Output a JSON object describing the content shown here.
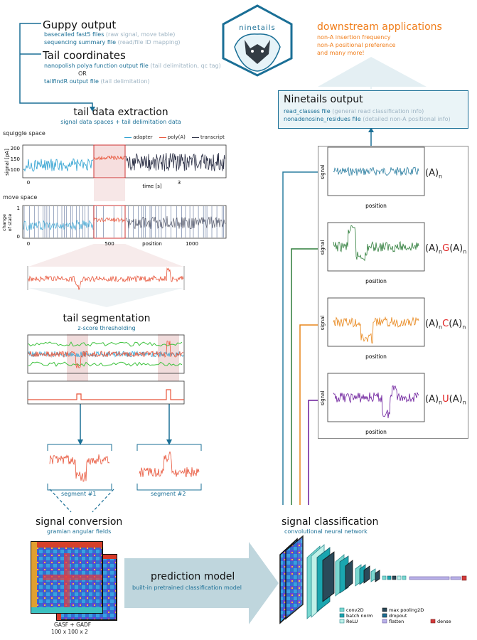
{
  "guppy": {
    "title": "Guppy output",
    "line1_main": "basecalled fast5 files",
    "line1_note": "(raw signal, move table)",
    "line2_main": "sequencing summary file",
    "line2_note": "(read/file ID mapping)"
  },
  "tail_coords": {
    "title": "Tail coordinates",
    "line1_main": "nanopolish polya function output file",
    "line1_note": "(tail delimitation, qc tag)",
    "or": "OR",
    "line2_main": "tailfindR output file",
    "line2_note": "(tail delimitation)"
  },
  "logo": {
    "text": "ninetails"
  },
  "downstream": {
    "title": "downstream applications",
    "items": [
      "non-A insertion frequency",
      "non-A positional preference",
      "and many more!"
    ]
  },
  "ninetails_output": {
    "title": "Ninetails output",
    "line1_main": "read_classes file",
    "line1_note": "(general read classification info)",
    "line2_main": "nonadenosine_residues file",
    "line2_note": "(detailed non-A positional info)"
  },
  "extraction": {
    "title": "tail data extraction",
    "subtitle": "signal data spaces + tail delimitation data"
  },
  "squiggle": {
    "label": "squiggle space",
    "ylabel": "signal [pA]",
    "yticks": [
      "200",
      "150",
      "100"
    ],
    "xticks": [
      "0",
      "3"
    ],
    "xlabel": "time [s]",
    "legend": [
      "adapter",
      "poly(A)",
      "transcript"
    ],
    "colors": [
      "#2a9fd0",
      "#e8553a",
      "#2b2f45"
    ]
  },
  "move": {
    "label": "move space",
    "ylabel1": "change",
    "ylabel2": "of state",
    "yticks": [
      "1",
      "0"
    ],
    "xticks": [
      "0",
      "500",
      "1000"
    ],
    "xlabel": "position"
  },
  "segmentation": {
    "title": "tail segmentation",
    "subtitle": "z-score thresholding"
  },
  "segments": [
    "segment #1",
    "segment #2"
  ],
  "conversion": {
    "title": "signal conversion",
    "subtitle": "gramian angular fields",
    "caption1": "GASF + GADF",
    "caption2": "100 x 100 x 2"
  },
  "prediction": {
    "title": "prediction model",
    "subtitle": "built-in pretrained classification model"
  },
  "classification": {
    "title": "signal classification",
    "subtitle": "convolutional neural network"
  },
  "cnn_legend": [
    "conv2D",
    "batch norm",
    "ReLU",
    "max pooling2D",
    "dropout",
    "flatten",
    "dense"
  ],
  "panels": [
    {
      "ylabel": "signal",
      "xlabel": "position",
      "color": "#2b7ea1",
      "label_pre": "(A)",
      "label_sub": "n",
      "mod": "",
      "label_post": "",
      "label_sub2": ""
    },
    {
      "ylabel": "signal",
      "xlabel": "position",
      "color": "#2e7d3a",
      "label_pre": "(A)",
      "label_sub": "n",
      "mod": "G",
      "label_post": "(A)",
      "label_sub2": "n"
    },
    {
      "ylabel": "signal",
      "xlabel": "position",
      "color": "#e8861a",
      "label_pre": "(A)",
      "label_sub": "n",
      "mod": "C",
      "label_post": "(A)",
      "label_sub2": "n"
    },
    {
      "ylabel": "signal",
      "xlabel": "position",
      "color": "#6a1a9a",
      "label_pre": "(A)",
      "label_sub": "n",
      "mod": "U",
      "label_post": "(A)",
      "label_sub2": "n"
    }
  ]
}
